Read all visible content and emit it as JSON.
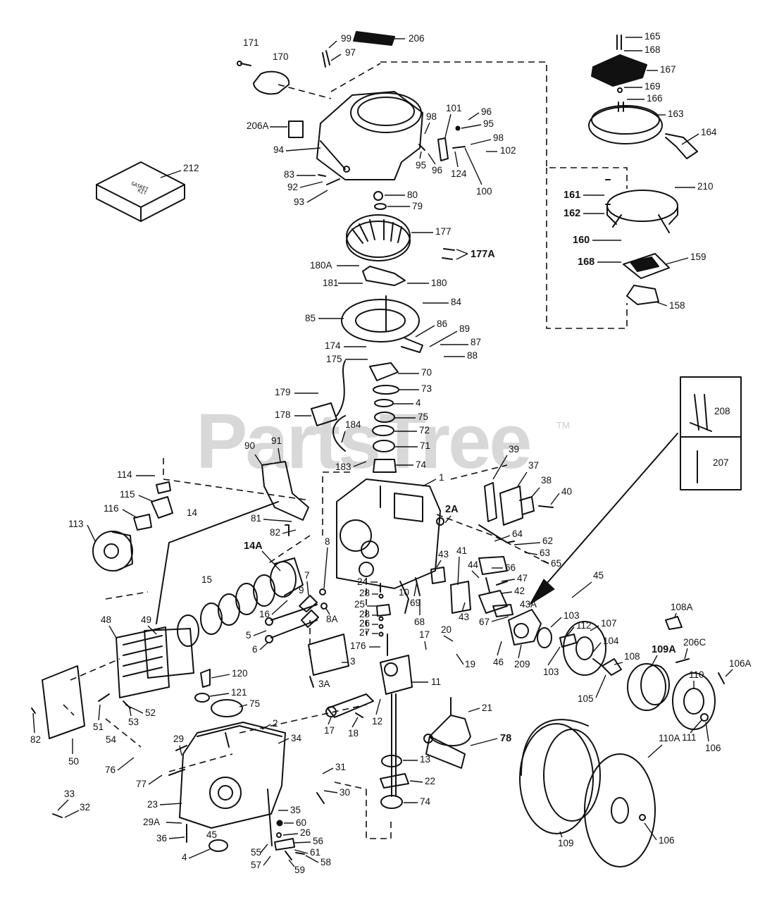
{
  "watermark": {
    "text": "PartsTree",
    "tm": "TM"
  },
  "kit_box": {
    "line1": "GASKET",
    "line2": "KIT"
  },
  "labels": {
    "171": "171",
    "170": "170",
    "99": "99",
    "97": "97",
    "206": "206",
    "206A": "206A",
    "94": "94",
    "98a": "98",
    "101": "101",
    "96a": "96",
    "95a": "95",
    "98b": "98",
    "102": "102",
    "95b": "95",
    "96b": "96",
    "124": "124",
    "100": "100",
    "83": "83",
    "92": "92",
    "93": "93",
    "212": "212",
    "80": "80",
    "79": "79",
    "177": "177",
    "177A": "177A",
    "180A": "180A",
    "181": "181",
    "180": "180",
    "85": "85",
    "84": "84",
    "86": "86",
    "89": "89",
    "87": "87",
    "88": "88",
    "174": "174",
    "175": "175",
    "70": "70",
    "73": "73",
    "4a": "4",
    "75a": "75",
    "72": "72",
    "71": "71",
    "74a": "74",
    "183": "183",
    "184": "184",
    "179": "179",
    "178": "178",
    "165": "165",
    "168a": "168",
    "167": "167",
    "169": "169",
    "166": "166",
    "163": "163",
    "164": "164",
    "161": "161",
    "162": "162",
    "210": "210",
    "160": "160",
    "168b": "168",
    "159": "159",
    "158": "158",
    "208": "208",
    "207": "207",
    "90": "90",
    "91": "91",
    "114": "114",
    "115": "115",
    "116": "116",
    "113": "113",
    "81": "81",
    "82a": "82",
    "14": "14",
    "14A": "14A",
    "1": "1",
    "2A": "2A",
    "39": "39",
    "37": "37",
    "38": "38",
    "40": "40",
    "8": "8",
    "15": "15",
    "7": "7",
    "9": "9",
    "16": "16",
    "8A": "8A",
    "5": "5",
    "6": "6",
    "24": "24",
    "28a": "28",
    "25": "25",
    "28b": "28",
    "26a": "26",
    "27": "27",
    "10": "10",
    "69": "69",
    "68": "68",
    "43a": "43",
    "43b": "43",
    "41": "41",
    "44": "44",
    "64": "64",
    "62": "62",
    "63": "63",
    "65": "65",
    "66": "66",
    "47": "47",
    "42": "42",
    "43A": "43A",
    "45": "45",
    "67": "67",
    "46": "46",
    "48": "48",
    "49": "49",
    "120": "120",
    "121": "121",
    "52": "52",
    "51": "51",
    "53": "53",
    "54": "54",
    "82b": "82",
    "50": "50",
    "3": "3",
    "3A": "3A",
    "176": "176",
    "17a": "17",
    "20": "20",
    "19": "19",
    "11": "11",
    "12": "12",
    "17b": "17",
    "18": "18",
    "209": "209",
    "103a": "103",
    "112": "112",
    "107": "107",
    "104": "104",
    "103b": "103",
    "108A": "108A",
    "109A": "109A",
    "108": "108",
    "105": "105",
    "206C": "206C",
    "110": "110",
    "106A": "106A",
    "111": "111",
    "106a": "106",
    "75b": "75",
    "2": "2",
    "34": "34",
    "29": "29",
    "76": "76",
    "77": "77",
    "31": "31",
    "30": "30",
    "21": "21",
    "78": "78",
    "13": "13",
    "22": "22",
    "74b": "74",
    "33": "33",
    "32": "32",
    "23": "23",
    "29A": "29A",
    "35": "35",
    "60": "60",
    "26b": "26",
    "56": "56",
    "36": "36",
    "45b": "45",
    "4b": "4",
    "55": "55",
    "57": "57",
    "61": "61",
    "58": "58",
    "59": "59",
    "110A": "110A",
    "109": "109",
    "106b": "106"
  }
}
